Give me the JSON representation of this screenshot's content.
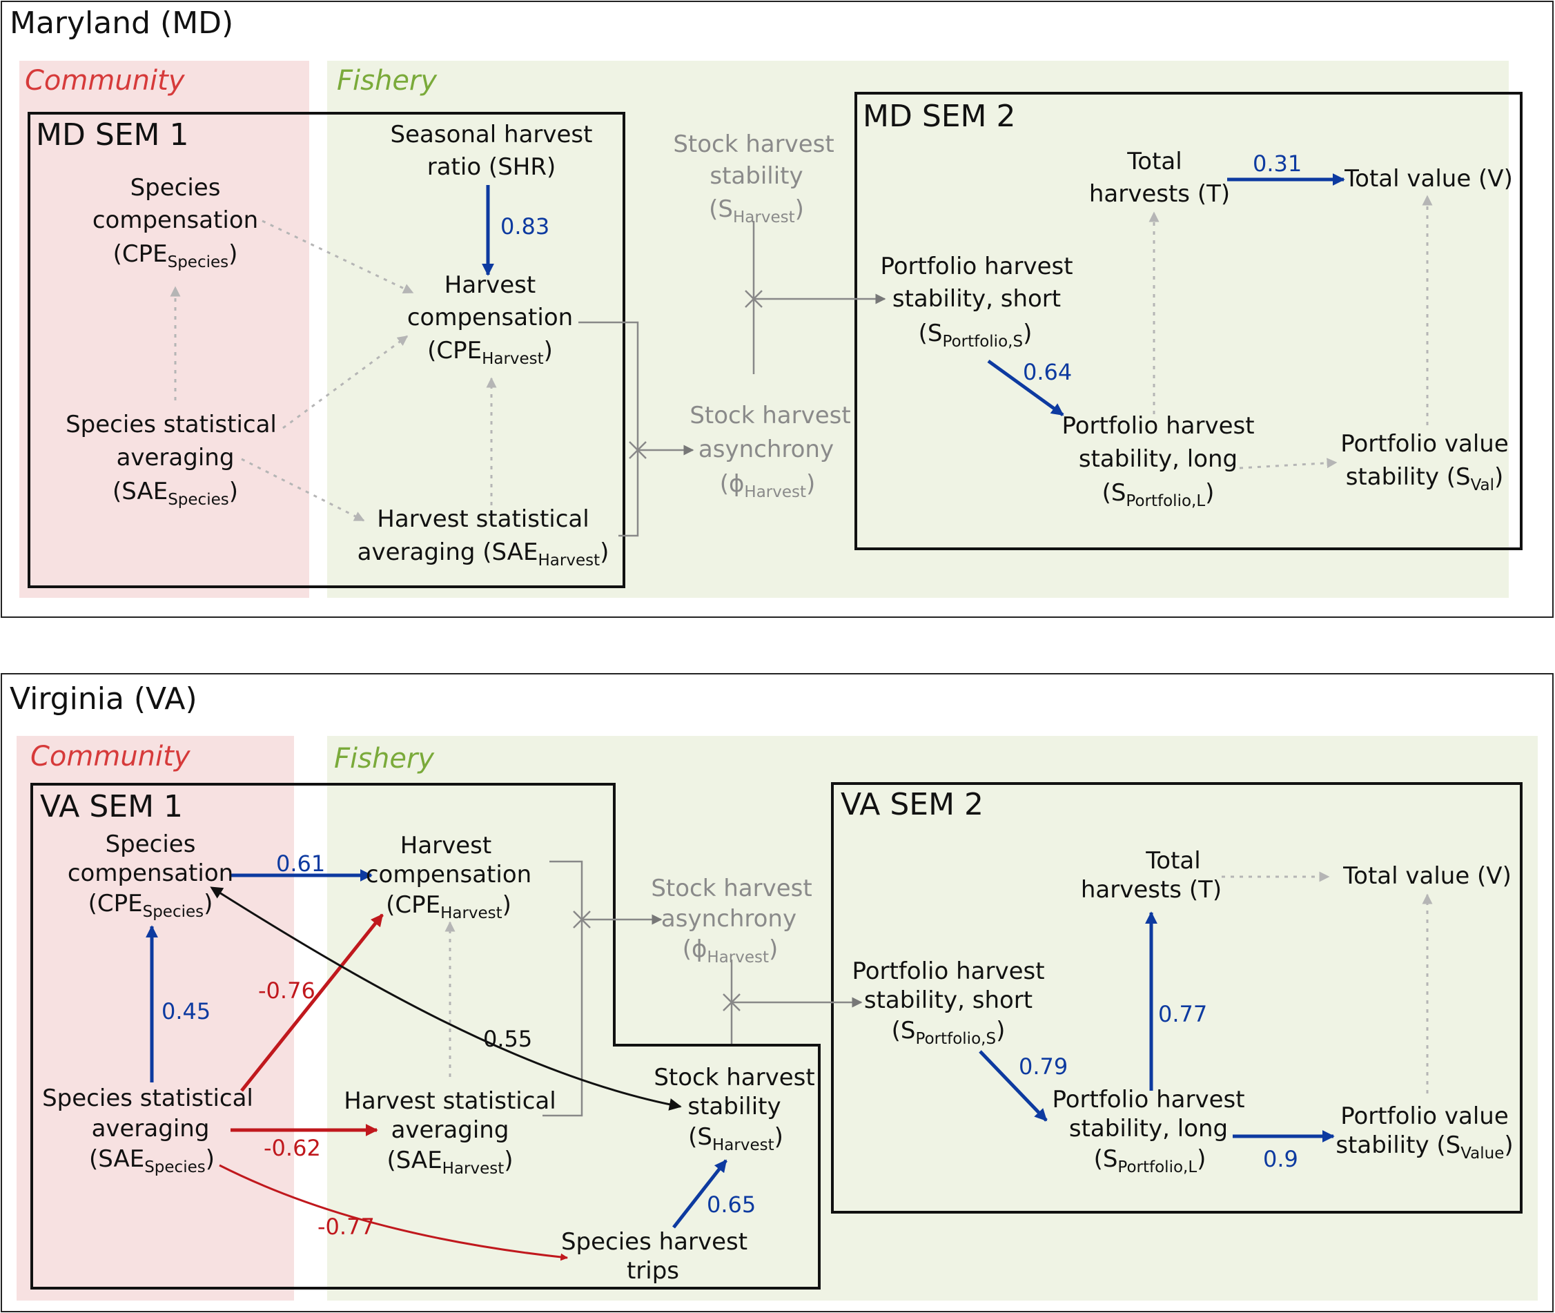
{
  "panels": [
    {
      "title": "Maryland (MD)",
      "community_label": "Community",
      "fishery_label": "Fishery",
      "sem1_label": "MD SEM 1",
      "sem2_label": "MD SEM 2",
      "nodes": {
        "shr_l1": "Seasonal harvest",
        "shr_l2": "ratio (SHR)",
        "cpes_l1": "Species",
        "cpes_l2": "compensation",
        "cpes_l3": "(CPE",
        "cpes_sub": "Species",
        "cpes_close": ")",
        "cpeh_l1": "Harvest",
        "cpeh_l2": "compensation",
        "cpeh_l3": "(CPE",
        "cpeh_sub": "Harvest",
        "cpeh_close": ")",
        "saes_l1": "Species statistical",
        "saes_l2": "averaging",
        "saes_l3": "(SAE",
        "saes_sub": "Species",
        "saes_close": ")",
        "saeh_l1": "Harvest statistical",
        "saeh_l2": "averaging (SAE",
        "saeh_sub": "Harvest",
        "saeh_close": ")",
        "shs_l1": "Stock harvest",
        "shs_l2": "stability",
        "shs_l3": "(S",
        "shs_sub": "Harvest",
        "shs_close": ")",
        "sha_l1": "Stock harvest",
        "sha_l2": "asynchrony",
        "sha_l3": "(ϕ",
        "sha_sub": "Harvest",
        "sha_close": ")",
        "t_l1": "Total",
        "t_l2": "harvests (T)",
        "v_l1": "Total value (V)",
        "phs_l1": "Portfolio harvest",
        "phs_l2": "stability, short",
        "phs_l3": "(S",
        "phs_sub": "Portfolio,S",
        "phs_close": ")",
        "phl_l1": "Portfolio harvest",
        "phl_l2": "stability, long",
        "phl_l3": "(S",
        "phl_sub": "Portfolio,L",
        "phl_close": ")",
        "pvs_l1": "Portfolio value",
        "pvs_l2": "stability (S",
        "pvs_sub": "Val",
        "pvs_close": ")"
      },
      "coefficients": {
        "shr_cpeh": "0.83",
        "t_v": "0.31",
        "phs_phl": "0.64"
      }
    },
    {
      "title": "Virginia (VA)",
      "community_label": "Community",
      "fishery_label": "Fishery",
      "sem1_label": "VA SEM 1",
      "sem2_label": "VA SEM 2",
      "nodes": {
        "cpes_l1": "Species",
        "cpes_l2": "compensation",
        "cpes_l3": "(CPE",
        "cpes_sub": "Species",
        "cpes_close": ")",
        "cpeh_l1": "Harvest",
        "cpeh_l2": "compensation",
        "cpeh_l3": "(CPE",
        "cpeh_sub": "Harvest",
        "cpeh_close": ")",
        "saes_l1": "Species statistical",
        "saes_l2": "averaging",
        "saes_l3": "(SAE",
        "saes_sub": "Species",
        "saes_close": ")",
        "saeh_l1": "Harvest statistical",
        "saeh_l2": "averaging",
        "saeh_l3": "(SAE",
        "saeh_sub": "Harvest",
        "saeh_close": ")",
        "sha_l1": "Stock harvest",
        "sha_l2": "asynchrony",
        "sha_l3": "(ϕ",
        "sha_sub": "Harvest",
        "sha_close": ")",
        "shs_l1": "Stock harvest",
        "shs_l2": "stability",
        "shs_l3": "(S",
        "shs_sub": "Harvest",
        "shs_close": ")",
        "sht_l1": "Species harvest",
        "sht_l2": "trips",
        "t_l1": "Total",
        "t_l2": "harvests (T)",
        "v_l1": "Total value (V)",
        "phs_l1": "Portfolio harvest",
        "phs_l2": "stability, short",
        "phs_l3": "(S",
        "phs_sub": "Portfolio,S",
        "phs_close": ")",
        "phl_l1": "Portfolio harvest",
        "phl_l2": "stability, long",
        "phl_l3": "(S",
        "phl_sub": "Portfolio,L",
        "phl_close": ")",
        "pvs_l1": "Portfolio value",
        "pvs_l2": "stability (S",
        "pvs_sub": "Value",
        "pvs_close": ")"
      },
      "coefficients": {
        "cpes_cpeh": "0.61",
        "saes_cpes": "0.45",
        "saes_cpeh": "-0.76",
        "cpes_shs": "0.55",
        "saes_saeh": "-0.62",
        "saes_sht": "-0.77",
        "sht_shs": "0.65",
        "phs_phl": "0.79",
        "phl_t": "0.77",
        "phl_pvs": "0.9"
      }
    }
  ],
  "colors": {
    "positive": "#0d3aa0",
    "negative": "#c0181d",
    "nonsignificant": "#b5b5b5",
    "community_bg": "#f7e1e1",
    "fishery_bg": "#eff3e4"
  }
}
